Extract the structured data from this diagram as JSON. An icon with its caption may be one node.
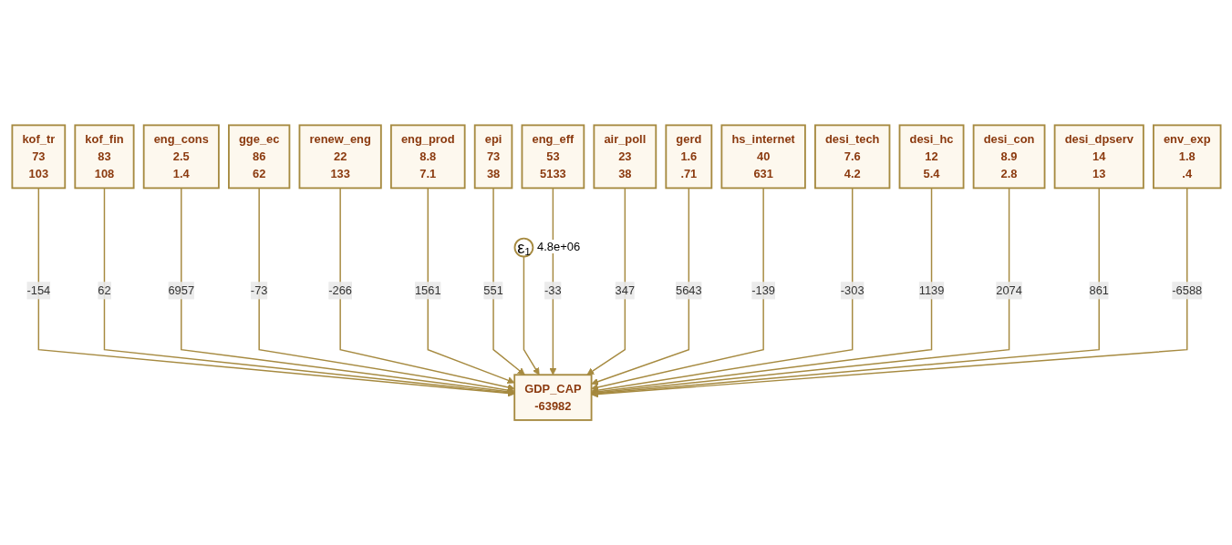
{
  "diagram": {
    "nodes": [
      {
        "text": [
          "eng_eff",
          "53",
          "5133"
        ]
      },
      {
        "text": [
          "hs_internet",
          "40",
          "631"
        ]
      },
      {
        "text": [
          "kof_tr",
          "73",
          "103"
        ]
      },
      {
        "text": [
          "epi",
          "73",
          "38"
        ]
      },
      {
        "text": [
          "desi_tech",
          "7.6",
          "4.2"
        ]
      },
      {
        "text": [
          "kof_fin",
          "83",
          "108"
        ]
      },
      {
        "text": [
          "ε₁"
        ],
        "beside": [
          "4.8e+06"
        ]
      },
      {
        "text": [
          "desi_hc",
          "12",
          "5.4"
        ]
      },
      {
        "text": [
          "eng_cons",
          "2.5",
          "1.4"
        ]
      },
      {
        "text": [
          "GDP_CAP",
          "-63982"
        ]
      },
      {
        "text": [
          "desi_con",
          "8.9",
          "2.8"
        ]
      },
      {
        "text": [
          "gge_ec",
          "86",
          "62"
        ]
      },
      {
        "text": [
          "desi_dpserv",
          "14",
          "13"
        ]
      },
      {
        "text": [
          "renew_eng",
          "22",
          "133"
        ]
      },
      {
        "text": [
          "env_exp",
          "1.8",
          ".4"
        ]
      },
      {
        "text": [
          "air_poll",
          "23",
          "38"
        ]
      },
      {
        "text": [
          "eng_prod",
          "8.8",
          "7.1"
        ]
      },
      {
        "text": [
          "gerd",
          "1.6",
          ".71"
        ]
      }
    ],
    "edges": [
      {
        "from": 2,
        "to": 9,
        "arrow": "to",
        "label": "-154"
      },
      {
        "from": 5,
        "to": 9,
        "arrow": "to",
        "label": "62"
      },
      {
        "from": 8,
        "to": 9,
        "arrow": "to",
        "label": "6957"
      },
      {
        "from": 11,
        "to": 9,
        "arrow": "to",
        "label": "-73"
      },
      {
        "from": 13,
        "to": 9,
        "arrow": "to",
        "label": "-266"
      },
      {
        "from": 16,
        "to": 9,
        "arrow": "to",
        "label": "1561"
      },
      {
        "from": 3,
        "to": 9,
        "arrow": "to",
        "label": "551"
      },
      {
        "from": 6,
        "to": 9,
        "arrow": "to"
      },
      {
        "from": 0,
        "to": 9,
        "arrow": "to",
        "label": "-33"
      },
      {
        "from": 15,
        "to": 9,
        "arrow": "to",
        "label": "347"
      },
      {
        "from": 17,
        "to": 9,
        "arrow": "to",
        "label": "5643"
      },
      {
        "from": 1,
        "to": 9,
        "arrow": "to",
        "label": "-139"
      },
      {
        "from": 4,
        "to": 9,
        "arrow": "to",
        "label": "-303"
      },
      {
        "from": 7,
        "to": 9,
        "arrow": "to",
        "label": "1139"
      },
      {
        "from": 10,
        "to": 9,
        "arrow": "to",
        "label": "2074"
      },
      {
        "from": 12,
        "to": 9,
        "arrow": "to",
        "label": "861"
      },
      {
        "from": 14,
        "to": 9,
        "arrow": "to",
        "label": "-6588"
      }
    ]
  }
}
